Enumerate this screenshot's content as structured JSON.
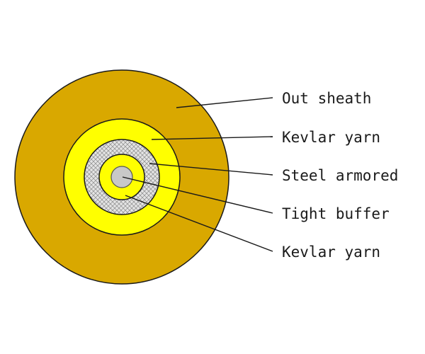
{
  "colors": {
    "out_sheath": "#d9a800",
    "kevlar_outer": "#ffff00",
    "steel_armor": "#e0e0e0",
    "kevlar_inner": "#ffff00",
    "tight_buffer": "#c8c8c8",
    "outline": "#1a1a1a"
  },
  "labels": {
    "out_sheath": "Out sheath",
    "kevlar_yarn_outer": "Kevlar yarn",
    "steel_armored": "Steel armored",
    "tight_buffer": "Tight buffer",
    "kevlar_yarn_inner": "Kevlar yarn"
  }
}
